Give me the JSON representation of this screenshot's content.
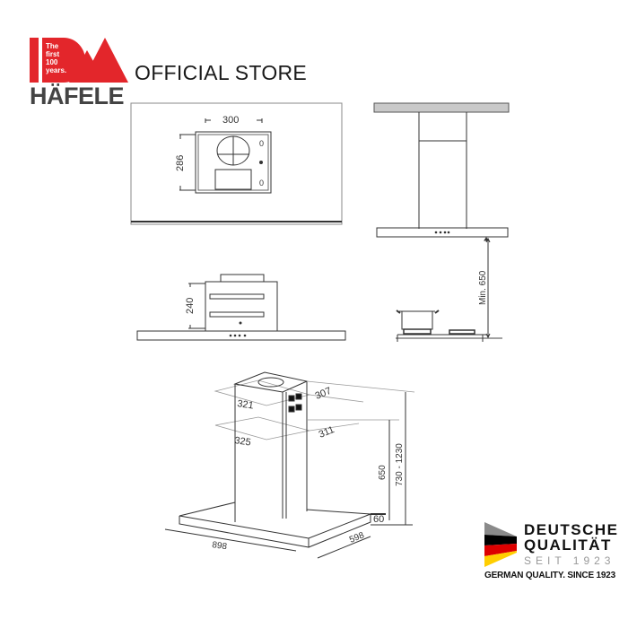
{
  "header": {
    "brand": {
      "logo_text_lines": [
        "The",
        "first",
        "100",
        "years."
      ],
      "name": "HÄFELE",
      "brand_color": "#e3262b",
      "name_color": "#444444"
    },
    "store_label": "OFFICIAL STORE"
  },
  "diagram": {
    "top_view": {
      "width_label": "300",
      "height_label": "286"
    },
    "side_view_mount": {
      "height_label": "240"
    },
    "clearance_view": {
      "min_height_label": "Min. 650"
    },
    "isometric_view": {
      "chimney_upper_width": "321",
      "chimney_upper_depth": "307",
      "chimney_lower_width": "325",
      "chimney_lower_depth": "311",
      "chimney_height": "650",
      "total_height_range": "730 - 1230",
      "canopy_thickness": "60",
      "canopy_width": "898",
      "canopy_depth": "598"
    },
    "line_color": "#333333"
  },
  "badge": {
    "title_line1": "DEUTSCHE",
    "title_line2": "QUALITÄT",
    "since_text": "SEIT 1923",
    "subtitle": "GERMAN QUALITY. SINCE 1923",
    "flag_colors": [
      "#000000",
      "#dd0000",
      "#ffce00"
    ],
    "chevron_color": "#8a8a8a"
  }
}
